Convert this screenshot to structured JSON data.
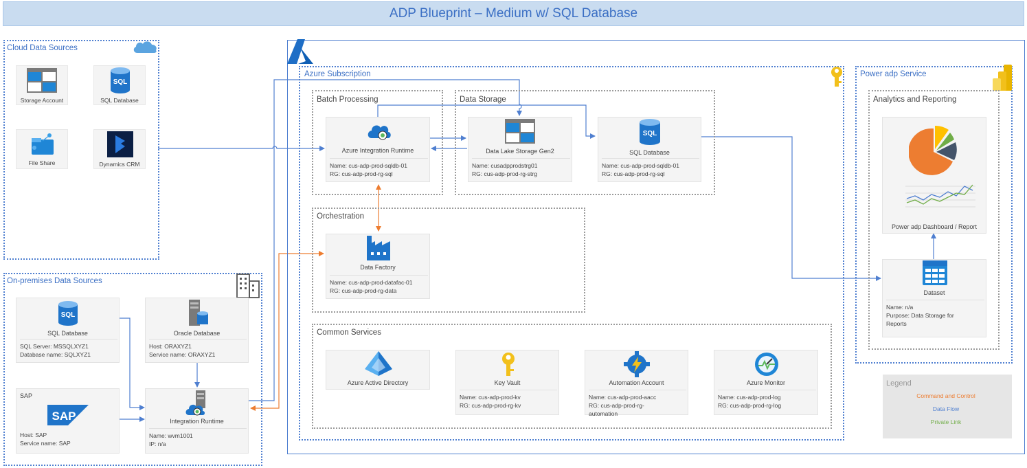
{
  "title": "ADP Blueprint – Medium w/ SQL Database",
  "colors": {
    "data_flow": "#4f7fd0",
    "command_control": "#ed7d31",
    "private_link": "#70ad47"
  },
  "cloud_sources": {
    "label": "Cloud Data Sources",
    "items": [
      {
        "label": "Storage Account",
        "icon": "storage-account-icon"
      },
      {
        "label": "SQL Database",
        "icon": "sql-database-icon"
      },
      {
        "label": "File Share",
        "icon": "file-share-icon"
      },
      {
        "label": "Dynamics CRM",
        "icon": "dynamics-crm-icon"
      }
    ]
  },
  "onprem_sources": {
    "label": "On-premises Data Sources",
    "sql": {
      "title": "SQL Database",
      "line1": "SQL Server: MSSQLXYZ1",
      "line2": "Database name: SQLXYZ1"
    },
    "oracle": {
      "title": "Oracle Database",
      "line1": "Host: ORAXYZ1",
      "line2": "Service name: ORAXYZ1"
    },
    "sap": {
      "title": "SAP",
      "logo": "SAP",
      "line1": "Host: SAP",
      "line2": "Service name: SAP"
    },
    "ir": {
      "title": "Integration Runtime",
      "line1": "Name: wvm1001",
      "line2": "IP: n/a"
    }
  },
  "azure": {
    "subscription_label": "Azure Subscription",
    "batch_label": "Batch Processing",
    "storage_label": "Data Storage",
    "orchestration_label": "Orchestration",
    "common_label": "Common Services",
    "air": {
      "title": "Azure Integration Runtime",
      "line1": "Name: cus-adp-prod-sqldb-01",
      "line2": "RG: cus-adp-prod-rg-sql"
    },
    "datalake": {
      "title": "Data Lake Storage Gen2",
      "line1": "Name: cusadpprodstrg01",
      "line2": "RG: cus-adp-prod-rg-strg"
    },
    "sqldb": {
      "title": "SQL Database",
      "line1": "Name: cus-adp-prod-sqldb-01",
      "line2": "RG: cus-adp-prod-rg-sql"
    },
    "datafactory": {
      "title": "Data Factory",
      "line1": "Name: cus-adp-prod-datafac-01",
      "line2": "RG: cus-adp-prod-rg-data"
    },
    "aad": {
      "title": "Azure Active Directory"
    },
    "keyvault": {
      "title": "Key Vault",
      "line1": "Name: cus-adp-prod-kv",
      "line2": "RG: cus-adp-prod-rg-kv"
    },
    "automation": {
      "title": "Automation Account",
      "line1": "Name: cus-adp-prod-aacc",
      "line2": "RG: cus-adp-prod-rg-",
      "line3": "automation"
    },
    "monitor": {
      "title": "Azure Monitor",
      "line1": "Name: cus-adp-prod-log",
      "line2": "RG: cus-adp-prod-rg-log"
    }
  },
  "powerbi": {
    "service_label": "Power adp Service",
    "analytics_label": "Analytics and Reporting",
    "dashboard": {
      "title": "Power adp Dashboard / Report"
    },
    "dataset": {
      "title": "Dataset",
      "line1": "Name: n/a",
      "line2": "Purpose:  Data Storage for",
      "line3": "Reports"
    }
  },
  "legend": {
    "title": "Legend",
    "items": [
      {
        "label": "Command and Control",
        "color": "#ed7d31"
      },
      {
        "label": "Data Flow",
        "color": "#4f7fd0"
      },
      {
        "label": "Private Link",
        "color": "#70ad47"
      }
    ]
  }
}
